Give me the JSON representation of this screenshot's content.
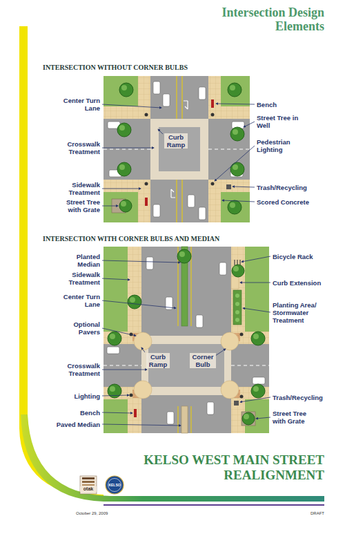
{
  "diagram": {
    "title": "Intersection Design Elements",
    "caption": "KELSO WEST MAIN STREET REALIGNMENT",
    "labels": [
      "INTERSECTION WITHOUT CORNER BULBS",
      "Center Turn Lane",
      "Bench",
      "Street Tree in Well",
      "Curb Ramp",
      "Crosswalk Treatment",
      "Pedestrian Lighting",
      "Sidewalk Treatment",
      "Trash/Recycling",
      "Street Tree with Grate",
      "Scored Concrete",
      "INTERSECTION WITH CORNER BULBS AND MEDIAN",
      "Planted Median",
      "Bicycle Rack",
      "Sidewalk Treatment",
      "Curb Extension",
      "Center Turn Lane",
      "Planting Area/ Stormwater Treatment",
      "Optional Pavers",
      "Curb Ramp",
      "Corner Bulb",
      "Crosswalk Treatment",
      "Lighting",
      "Trash/Recycling",
      "Bench",
      "Street Tree with Grate",
      "Paved Median",
      "otak",
      "KELSO",
      "October 29, 2009",
      "DRAFT"
    ]
  }
}
